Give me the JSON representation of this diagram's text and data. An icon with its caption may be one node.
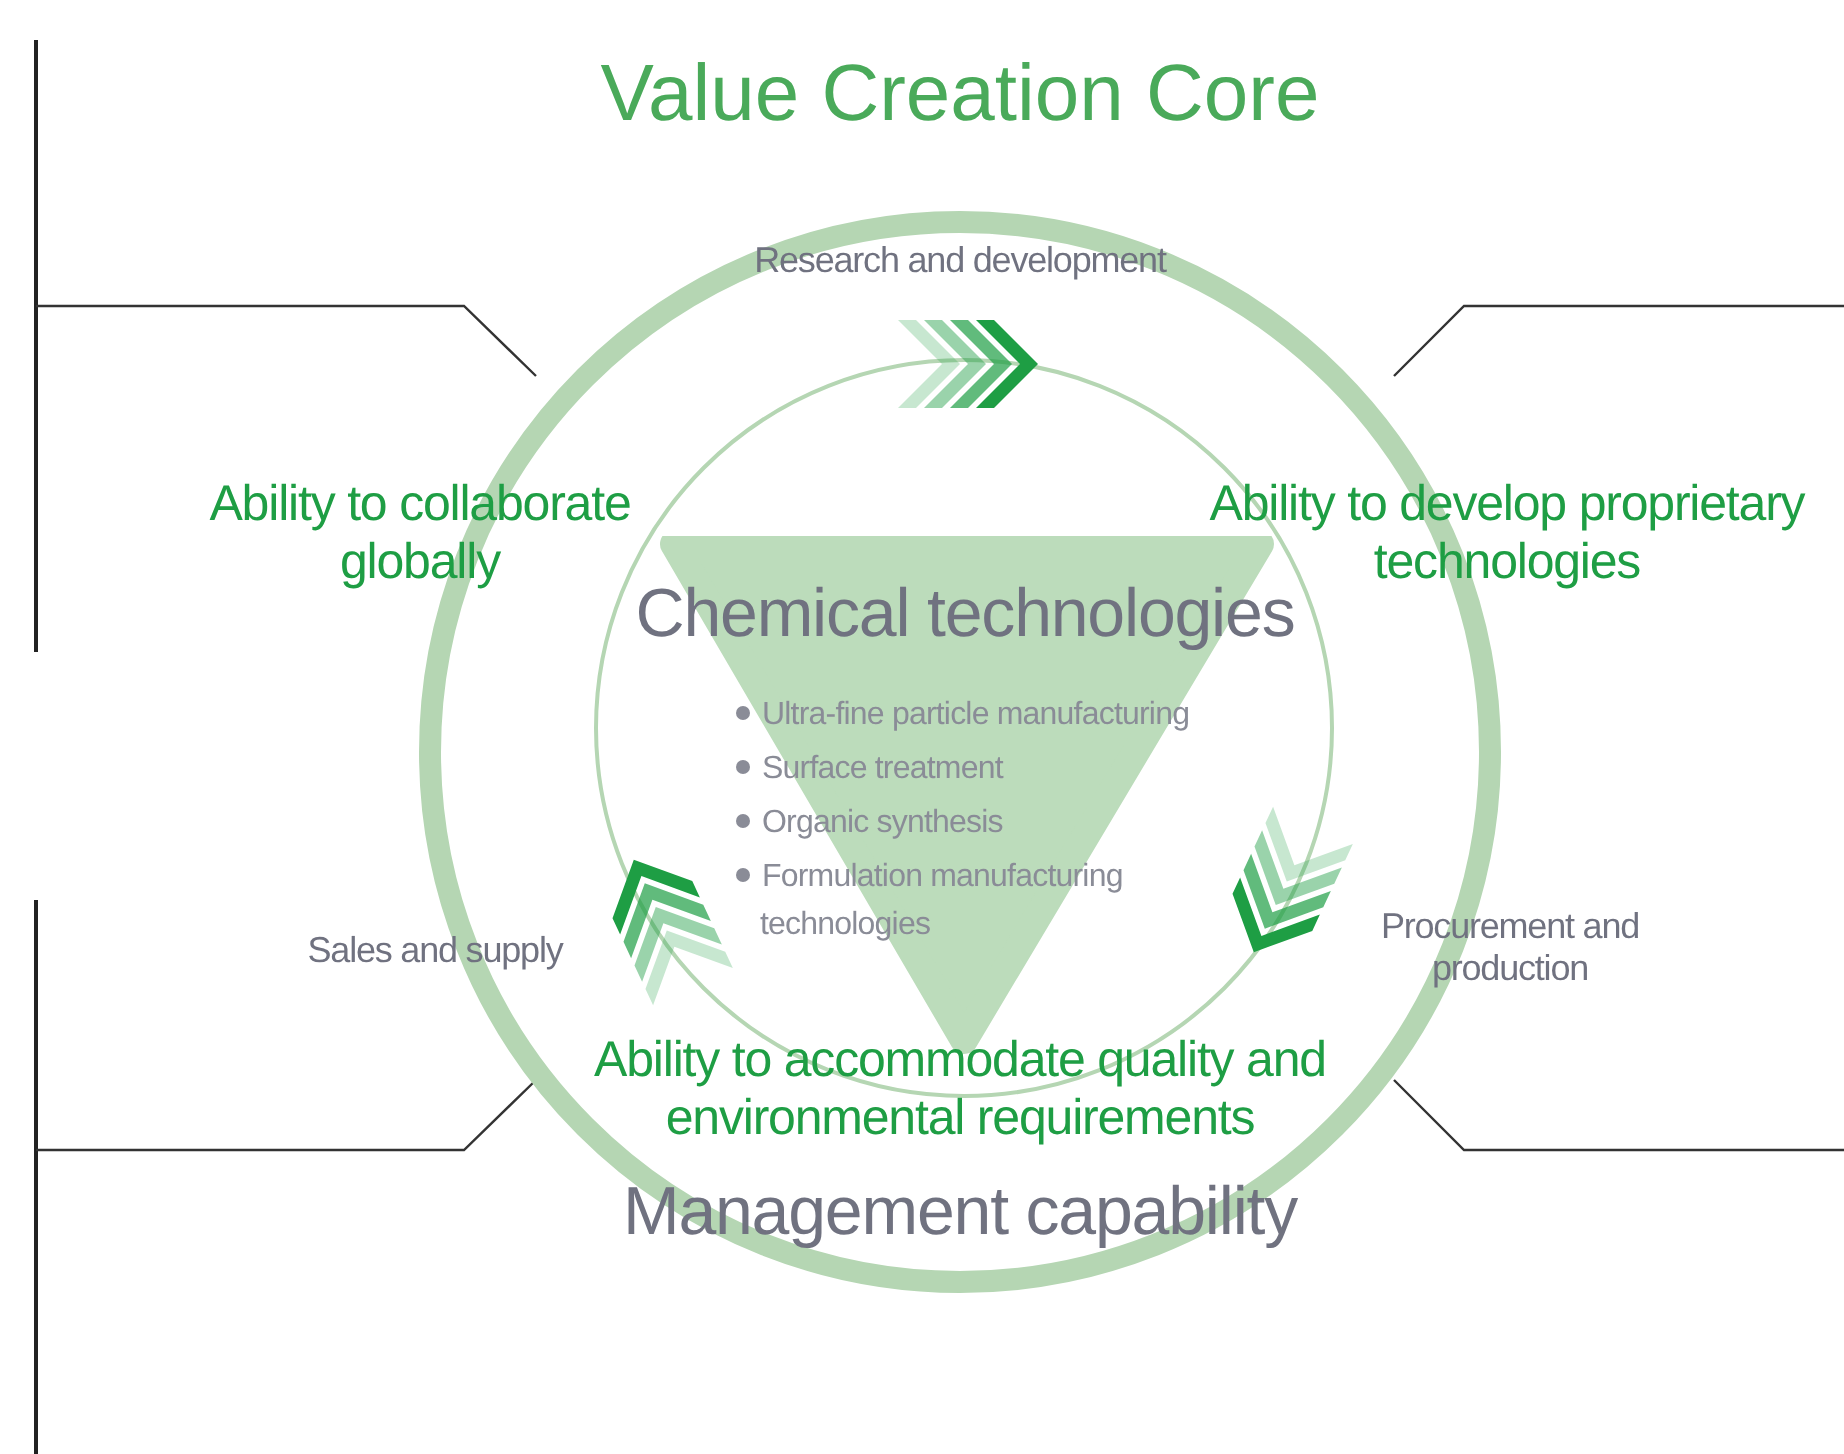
{
  "diagram": {
    "title": "Value Creation Core",
    "nodes": [
      {
        "text": [
          "Chemical technologies",
          "Ultra-fine particle manufacturing",
          "Surface treatment",
          "Organic synthesis",
          "Formulation manufacturing technologies"
        ]
      }
    ],
    "labels": [
      "Research and development",
      "Ability to collaborate globally",
      "Ability to develop proprietary technologies",
      "Sales and supply",
      "Procurement and production",
      "Ability to accommodate quality and environmental requirements",
      "Management capability"
    ]
  }
}
